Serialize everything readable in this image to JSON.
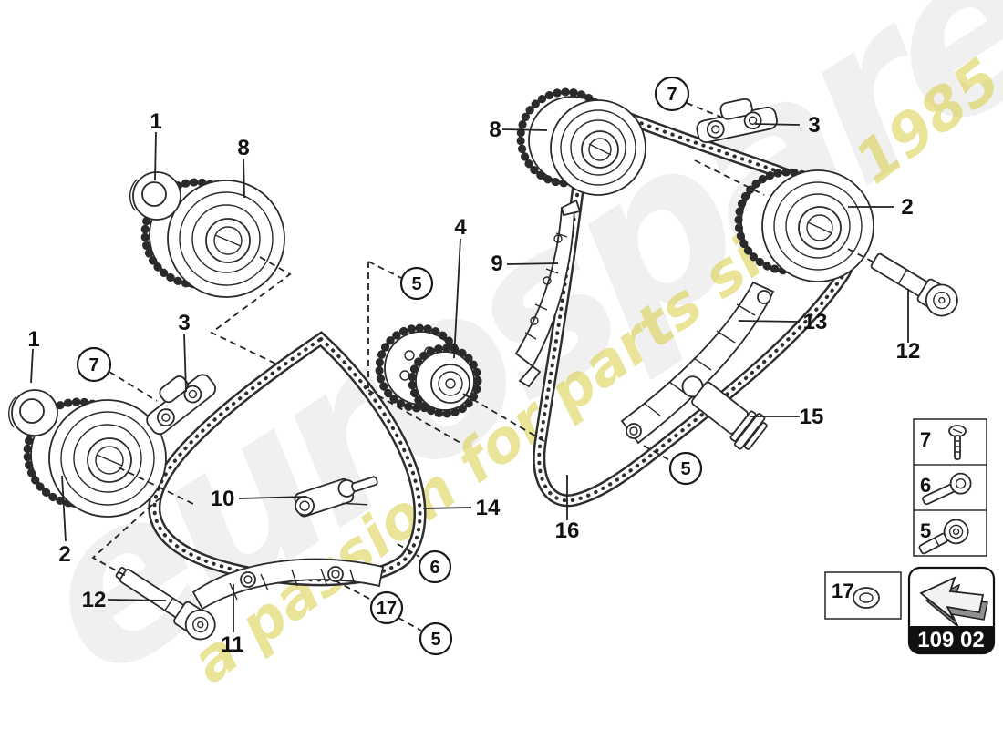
{
  "page": {
    "background": "#ffffff",
    "line_color": "#222222"
  },
  "watermark": {
    "brand": "eurospares",
    "tagline": "a passion for parts since 1985",
    "brand_color": "#e9e9e9",
    "tagline_color": "#d9cf45"
  },
  "diagram": {
    "type": "exploded-parts-diagram",
    "subject": "timing chain and camshaft adjusters",
    "part_labels": [
      "1",
      "8",
      "1",
      "3",
      "2",
      "12",
      "11",
      "10",
      "14",
      "16",
      "4",
      "9",
      "8",
      "3",
      "2",
      "12",
      "13",
      "15"
    ],
    "callout_labels": [
      "7",
      "7",
      "5",
      "5",
      "6",
      "17",
      "5"
    ]
  },
  "legend": {
    "bolt_refs": [
      "7",
      "6",
      "5"
    ],
    "washer_ref": "17"
  },
  "footer": {
    "page_code": "109 02"
  }
}
